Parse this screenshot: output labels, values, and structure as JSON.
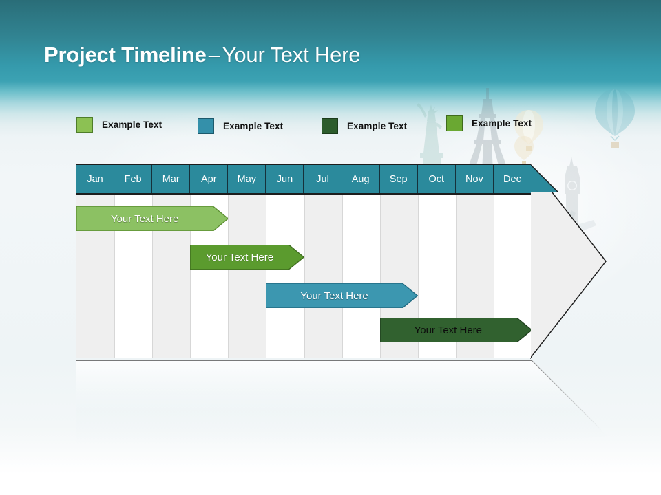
{
  "slide": {
    "title_bold": "Project Timeline",
    "title_dash": "–",
    "title_rest": "Your Text Here"
  },
  "colors": {
    "header_band": "#2b8a9c",
    "header_gradient_top": "#2a6d78",
    "header_gradient_mid": "#3ca2b3",
    "grid_stripe": "#efefef",
    "grid_outline": "#1d1d1d",
    "legend_green_light": "#8cc153",
    "legend_blue": "#3490aa",
    "legend_green_dark": "#2c5c2c",
    "legend_green_mid": "#6aa832"
  },
  "legend": {
    "items": [
      {
        "label": "Example Text",
        "color": "#8cc153",
        "border": "#4e7d2a"
      },
      {
        "label": "Example Text",
        "color": "#3490aa",
        "border": "#1d5a6c"
      },
      {
        "label": "Example Text",
        "color": "#2c5c2c",
        "border": "#1b3c1b"
      },
      {
        "label": "Example Text",
        "color": "#6aa832",
        "border": "#3f6b1d"
      }
    ]
  },
  "chart_data": {
    "type": "bar",
    "title": "Project Timeline – Your Text Here",
    "xlabel": "",
    "ylabel": "",
    "categories": [
      "Jan",
      "Feb",
      "Mar",
      "Apr",
      "May",
      "Jun",
      "Jul",
      "Aug",
      "Sep",
      "Oct",
      "Nov",
      "Dec"
    ],
    "grid": true,
    "legend_position": "top",
    "series": [
      {
        "name": "Example Text",
        "label": "Your  Text Here",
        "color": "#8cc163",
        "border": "#5d8f33",
        "start_month": "Jan",
        "end_month": "Apr",
        "start_index": 0,
        "end_index": 4
      },
      {
        "name": "Example Text",
        "label": "Your  Text Here",
        "color": "#5b9b2e",
        "border": "#3e6d1e",
        "start_month": "Apr",
        "end_month": "Jun",
        "start_index": 3,
        "end_index": 6
      },
      {
        "name": "Example Text",
        "label": "Your  Text Here",
        "color": "#3c97b0",
        "border": "#216b82",
        "start_month": "Jun",
        "end_month": "Sep",
        "start_index": 5,
        "end_index": 9
      },
      {
        "name": "Example Text",
        "label": "Your  Text Here",
        "color": "#31612f",
        "border": "#1f3f1e",
        "start_month": "Sep",
        "end_month": "Dec",
        "start_index": 8,
        "end_index": 12
      }
    ]
  },
  "months": {
    "header_text_color": "#ffffff"
  },
  "icons": {
    "liberty": "statue-of-liberty-icon",
    "eiffel": "eiffel-tower-icon",
    "bigben": "big-ben-icon",
    "balloon": "hot-air-balloon-icon"
  }
}
